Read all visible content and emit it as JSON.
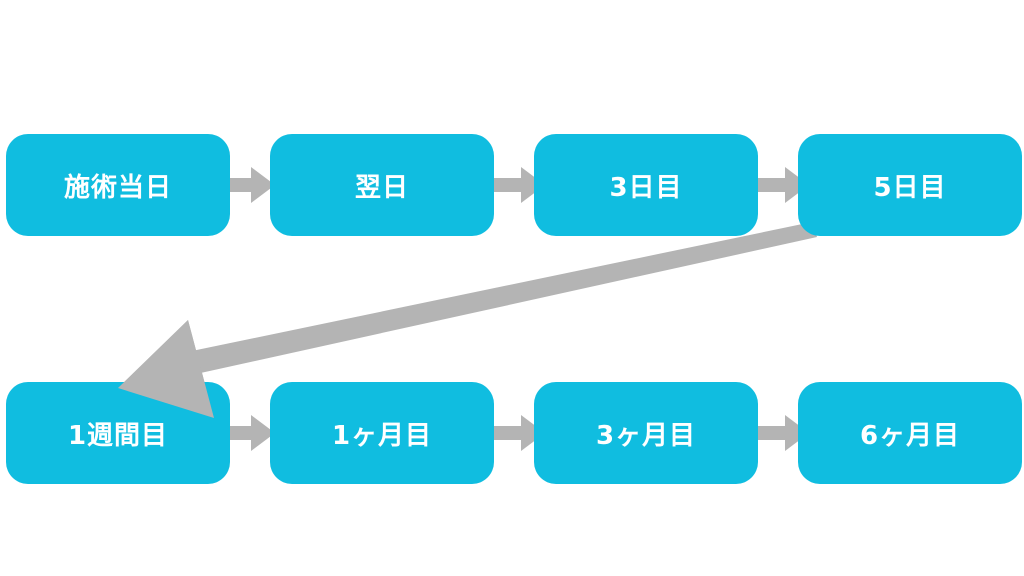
{
  "diagram": {
    "colors": {
      "node_fill": "#10bde0",
      "node_text": "#ffffff",
      "arrow": "#b4b4b4"
    },
    "nodes": [
      {
        "label": "施術当日"
      },
      {
        "label": "翌日"
      },
      {
        "label": "3日目"
      },
      {
        "label": "5日目"
      },
      {
        "label": "1週間目"
      },
      {
        "label": "1ヶ月目"
      },
      {
        "label": "3ヶ月目"
      },
      {
        "label": "6ヶ月目"
      }
    ],
    "edges": [
      {
        "from": 0,
        "to": 1
      },
      {
        "from": 1,
        "to": 2
      },
      {
        "from": 2,
        "to": 3
      },
      {
        "from": 3,
        "to": 4
      },
      {
        "from": 4,
        "to": 5
      },
      {
        "from": 5,
        "to": 6
      },
      {
        "from": 6,
        "to": 7
      }
    ]
  }
}
